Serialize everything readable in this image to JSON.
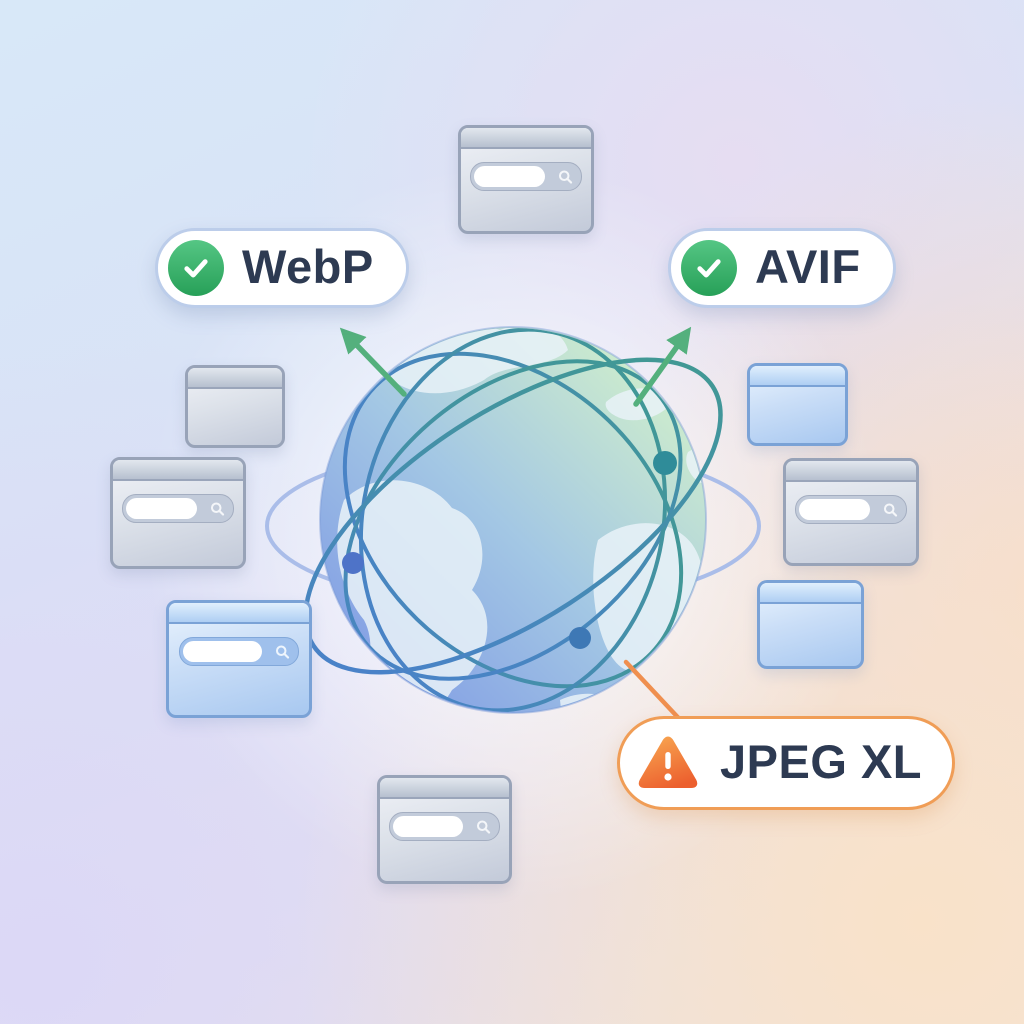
{
  "badges": [
    {
      "id": "webp",
      "label": "WebP",
      "status": "supported",
      "icon": "check-circle",
      "icon_color": "#35ab63",
      "border_color": "#bccdea",
      "text_color": "#2d3a52"
    },
    {
      "id": "avif",
      "label": "AVIF",
      "status": "supported",
      "icon": "check-circle",
      "icon_color": "#35ab63",
      "border_color": "#bccdea",
      "text_color": "#2d3a52"
    },
    {
      "id": "jpeg-xl",
      "label": "JPEG XL",
      "status": "warning",
      "icon": "warning-triangle",
      "icon_color": "#ee6c31",
      "border_color": "#f09d56",
      "text_color": "#2d3a52"
    }
  ],
  "globe": {
    "icon": "globe-with-orbit-network",
    "node_count": 3,
    "arrows_to": [
      "webp-badge",
      "avif-badge"
    ],
    "connector_to": "jpeg-xl-badge",
    "colors": {
      "sphere_blue": "#86a0e5",
      "sphere_green": "#cdeccd",
      "continent": "#e9f2f8",
      "orbit_ring": "#aabde9",
      "arc_blue": "#4b7ed2",
      "arc_green": "#3f9d8a",
      "arrow_green": "#54b07d",
      "connector_orange": "#ef8f4f"
    }
  },
  "browser_windows": [
    {
      "id": "top-center",
      "style": "gray",
      "search_bar": true
    },
    {
      "id": "left-small",
      "style": "gray",
      "search_bar": false
    },
    {
      "id": "left-middle",
      "style": "gray",
      "search_bar": true
    },
    {
      "id": "left-lower",
      "style": "blue",
      "search_bar": true
    },
    {
      "id": "bottom-center",
      "style": "gray",
      "search_bar": true
    },
    {
      "id": "right-small",
      "style": "blue",
      "search_bar": false
    },
    {
      "id": "right-middle",
      "style": "gray",
      "search_bar": true
    },
    {
      "id": "right-lower",
      "style": "blue",
      "search_bar": false
    }
  ],
  "background": {
    "top": "#d7e7f8",
    "bottom_left": "#dcdaf5",
    "bottom_right": "#fae5d4",
    "center_glow": "#ffffff"
  }
}
